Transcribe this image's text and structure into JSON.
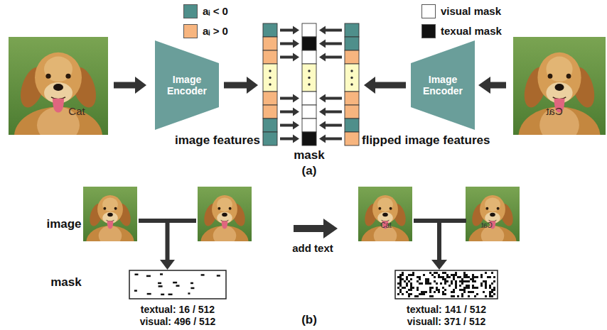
{
  "diagram": {
    "nodes": [
      {
        "text": [
          "Image Encoder"
        ]
      },
      {
        "text": [
          "image features"
        ]
      },
      {
        "text": [
          "mask"
        ]
      },
      {
        "text": [
          "flipped image features"
        ]
      },
      {
        "text": [
          "Image Encoder"
        ]
      }
    ],
    "edges": [
      {
        "from": 0,
        "to": 1,
        "arrow": "to"
      },
      {
        "from": 4,
        "to": 3,
        "arrow": "to"
      },
      {
        "from": 1,
        "to": 2,
        "arrow": "to"
      },
      {
        "from": 1,
        "to": 2,
        "arrow": "to"
      },
      {
        "from": 1,
        "to": 2,
        "arrow": "to"
      },
      {
        "from": 1,
        "to": 2,
        "arrow": "to"
      },
      {
        "from": 1,
        "to": 2,
        "arrow": "to"
      },
      {
        "from": 1,
        "to": 2,
        "arrow": "to"
      },
      {
        "from": 1,
        "to": 2,
        "arrow": "to"
      },
      {
        "from": 3,
        "to": 2,
        "arrow": "to"
      },
      {
        "from": 3,
        "to": 2,
        "arrow": "to"
      },
      {
        "from": 3,
        "to": 2,
        "arrow": "to"
      },
      {
        "from": 3,
        "to": 2,
        "arrow": "to"
      },
      {
        "from": 3,
        "to": 2,
        "arrow": "to"
      },
      {
        "from": 3,
        "to": 2,
        "arrow": "to"
      },
      {
        "from": 3,
        "to": 2,
        "arrow": "to"
      }
    ],
    "labels": [
      "Cat",
      "Cat",
      "(a)",
      "image",
      "mask",
      "add text",
      "Cat",
      "Cat",
      "textual: 16 / 512",
      "visual: 496 / 512",
      "textual: 141 / 512",
      "visuall: 371 / 512",
      "(b)"
    ],
    "legend": [
      {
        "text": "aᵢ < 0",
        "color": "#4f8f8b"
      },
      {
        "text": "aᵢ > 0",
        "color": "#f7b57f"
      },
      {
        "text": "visual mask",
        "color": "#ffffff"
      },
      {
        "text": "texual mask",
        "color": "#111111"
      }
    ]
  }
}
